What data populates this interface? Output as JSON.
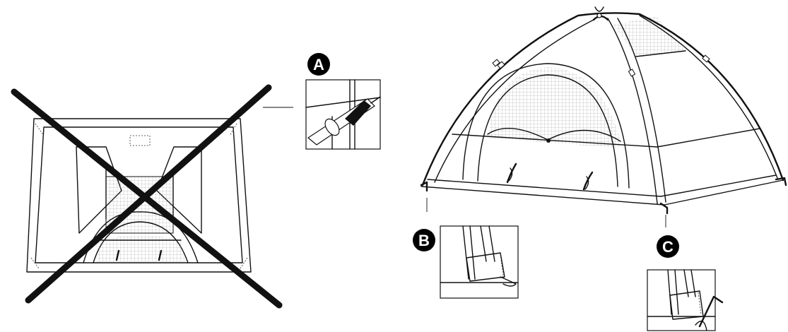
{
  "callouts": {
    "a": "A",
    "b": "B",
    "c": "C"
  },
  "colors": {
    "line": "#111111",
    "badge": "#000000",
    "background": "#ffffff"
  }
}
